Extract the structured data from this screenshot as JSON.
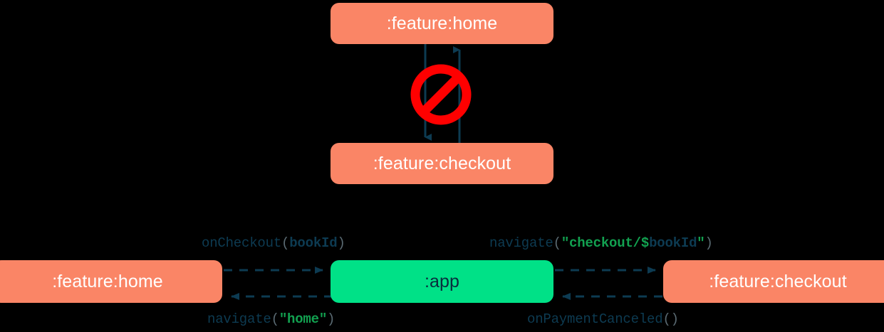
{
  "diagram": {
    "title": "Module navigation diagram",
    "colors": {
      "background": "#000000",
      "module_salmon": "#fa8566",
      "module_green": "#00e187",
      "arrow": "#0d3b52",
      "forbidden": "#ff0000",
      "string_literal": "#12a150",
      "label_text": "#0d3b52",
      "paren": "#5a6a72",
      "salmon_text": "#ffffff",
      "green_text": "#0a2c3d"
    }
  },
  "top_section": {
    "nodes": [
      {
        "id": "home-top",
        "label": ":feature:home",
        "style": "salmon"
      },
      {
        "id": "checkout-top",
        "label": ":feature:checkout",
        "style": "salmon"
      }
    ],
    "edges": [
      {
        "from": "home-top",
        "to": "checkout-top",
        "style": "solid",
        "direction": "down"
      },
      {
        "from": "checkout-top",
        "to": "home-top",
        "style": "solid",
        "direction": "up"
      }
    ],
    "annotation": {
      "icon": "forbidden-icon",
      "meaning": "not allowed"
    }
  },
  "bottom_section": {
    "nodes": [
      {
        "id": "home-bottom",
        "label": ":feature:home",
        "style": "salmon"
      },
      {
        "id": "app",
        "label": ":app",
        "style": "green"
      },
      {
        "id": "checkout-bottom",
        "label": ":feature:checkout",
        "style": "salmon"
      }
    ],
    "edges": [
      {
        "id": "edge-oncheckout",
        "from": "home-bottom",
        "to": "app",
        "style": "dashed",
        "direction": "right",
        "label_plain": "onCheckout(bookId)",
        "tokens": [
          {
            "t": "onCheckout",
            "k": "fn"
          },
          {
            "t": "(",
            "k": "paren"
          },
          {
            "t": "bookId",
            "k": "var"
          },
          {
            "t": ")",
            "k": "paren"
          }
        ]
      },
      {
        "id": "edge-navigate-checkout",
        "from": "app",
        "to": "checkout-bottom",
        "style": "dashed",
        "direction": "right",
        "label_plain": "navigate(\"checkout/$bookId\")",
        "tokens": [
          {
            "t": "navigate",
            "k": "fn"
          },
          {
            "t": "(",
            "k": "paren"
          },
          {
            "t": "\"checkout/",
            "k": "str"
          },
          {
            "t": "$",
            "k": "str"
          },
          {
            "t": "bookId",
            "k": "var"
          },
          {
            "t": "\"",
            "k": "str"
          },
          {
            "t": ")",
            "k": "paren"
          }
        ]
      },
      {
        "id": "edge-navigate-home",
        "from": "app",
        "to": "home-bottom",
        "style": "dashed",
        "direction": "left",
        "label_plain": "navigate(\"home\")",
        "tokens": [
          {
            "t": "navigate",
            "k": "fn"
          },
          {
            "t": "(",
            "k": "paren"
          },
          {
            "t": "\"home\"",
            "k": "str"
          },
          {
            "t": ")",
            "k": "paren"
          }
        ]
      },
      {
        "id": "edge-onpaymentcanceled",
        "from": "checkout-bottom",
        "to": "app",
        "style": "dashed",
        "direction": "left",
        "label_plain": "onPaymentCanceled()",
        "tokens": [
          {
            "t": "onPaymentCanceled",
            "k": "fn"
          },
          {
            "t": "(",
            "k": "paren"
          },
          {
            "t": ")",
            "k": "paren"
          }
        ]
      }
    ]
  }
}
